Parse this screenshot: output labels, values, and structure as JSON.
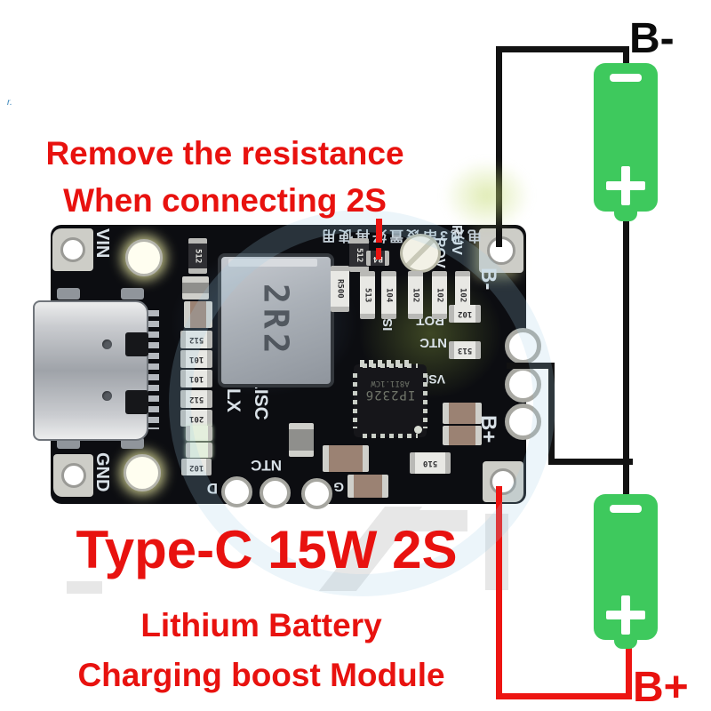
{
  "page": {
    "tiny_mark": "r.",
    "warning": {
      "line1": "Remove the resistance",
      "line2": "When connecting 2S"
    },
    "terminals": {
      "b_minus": "B-",
      "b_plus": "B+"
    },
    "title": "Type-C 15W 2S",
    "subtitle": {
      "line1": "Lithium Battery",
      "line2": "Charging boost Module"
    },
    "colors": {
      "accent_red": "#e8120f",
      "battery_green": "#3ec95d",
      "wire_black": "#121212",
      "wire_red": "#ed1512",
      "pcb_black": "#0c0d11"
    }
  },
  "battery_symbols": {
    "minus": "−",
    "plus": "+"
  },
  "pcb": {
    "silkscreen": {
      "vin": "VIN",
      "gnd": "GND",
      "b_minus": "B-",
      "b_plus": "B+",
      "lx": "LX",
      "lisc": "LISC",
      "ntc_bottom": "NTC",
      "d": "D",
      "g": "G",
      "ruv": "RUV",
      "rov": "ROV",
      "iset": "ISET",
      "rot": "ROT",
      "ntc_mid": "NTC",
      "vset": "VSET",
      "cn_text": "电池3串设置好再使用"
    },
    "components": {
      "inductor": "2R2",
      "ic_line1": "IP2326",
      "ic_line2": "A8I1.1CW",
      "r500": "R500",
      "r512_topleft": "512",
      "r512_topright": "512",
      "rb4": "B4",
      "mid_vertical": [
        "513",
        "104",
        "102",
        "102",
        "102"
      ],
      "near_holes": [
        "102",
        "513"
      ],
      "r510": "510",
      "left_column": [
        "512",
        "101",
        "101",
        "512",
        "201",
        "102"
      ]
    }
  }
}
